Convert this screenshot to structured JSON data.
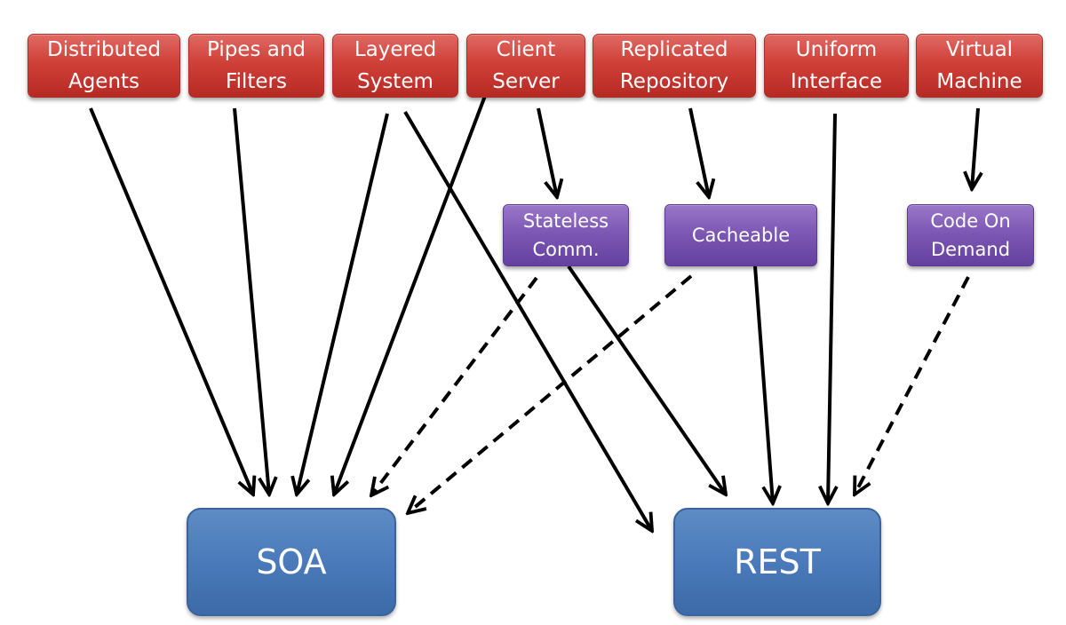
{
  "architectural_styles": {
    "distributed_agents": "Distributed\nAgents",
    "pipes_and_filters": "Pipes and\nFilters",
    "layered_system": "Layered\nSystem",
    "client_server": "Client\nServer",
    "replicated_repository": "Replicated\nRepository",
    "uniform_interface": "Uniform\nInterface",
    "virtual_machine": "Virtual\nMachine"
  },
  "constraints": {
    "stateless_comm": "Stateless\nComm.",
    "cacheable": "Cacheable",
    "code_on_demand": "Code On\nDemand"
  },
  "targets": {
    "soa": "SOA",
    "rest": "REST"
  },
  "colors": {
    "style_box": "#cf4038",
    "constraint_box": "#7a55b2",
    "target_box": "#4a7aba",
    "arrow": "#000000"
  },
  "edges": [
    {
      "from": "Distributed Agents",
      "to": "SOA",
      "style": "solid"
    },
    {
      "from": "Pipes and Filters",
      "to": "SOA",
      "style": "solid"
    },
    {
      "from": "Layered System",
      "to": "SOA",
      "style": "solid"
    },
    {
      "from": "Client Server",
      "to": "SOA",
      "style": "solid"
    },
    {
      "from": "Layered System",
      "to": "REST",
      "style": "solid"
    },
    {
      "from": "Client Server",
      "to": "Stateless Comm.",
      "style": "solid"
    },
    {
      "from": "Replicated Repository",
      "to": "Cacheable",
      "style": "solid"
    },
    {
      "from": "Virtual Machine",
      "to": "Code On Demand",
      "style": "solid"
    },
    {
      "from": "Stateless Comm.",
      "to": "SOA",
      "style": "dashed"
    },
    {
      "from": "Cacheable",
      "to": "SOA",
      "style": "dashed"
    },
    {
      "from": "Stateless Comm.",
      "to": "REST",
      "style": "solid"
    },
    {
      "from": "Cacheable",
      "to": "REST",
      "style": "solid"
    },
    {
      "from": "Uniform Interface",
      "to": "REST",
      "style": "solid"
    },
    {
      "from": "Code On Demand",
      "to": "REST",
      "style": "dashed"
    }
  ]
}
